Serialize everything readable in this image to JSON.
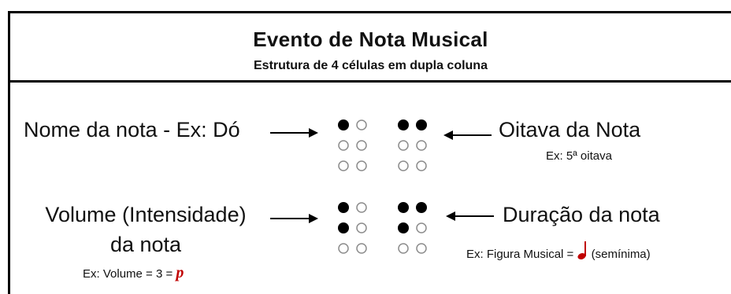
{
  "title": "Evento de Nota Musical",
  "subtitle": "Estrutura de 4 células em dupla coluna",
  "rows": [
    {
      "left_label": "Nome da nota - Ex: Dó",
      "right_label": "Oitava da Nota",
      "right_example": "Ex: 5ª oitava",
      "cells": [
        [
          1,
          0,
          0,
          0,
          0,
          0
        ],
        [
          1,
          0,
          0,
          1,
          0,
          0
        ]
      ]
    },
    {
      "left_label_line1": "Volume (Intensidade)",
      "left_label_line2": "da nota",
      "left_example_prefix": "Ex: Volume = 3 = ",
      "left_example_value": "p",
      "right_label": "Duração da nota",
      "right_example_prefix": "Ex: Figura Musical = ",
      "right_example_suffix": "(semínima)",
      "cells": [
        [
          1,
          1,
          0,
          0,
          0,
          0
        ],
        [
          1,
          1,
          0,
          1,
          0,
          0
        ]
      ]
    }
  ],
  "icons": {
    "arrow": "arrow-icon",
    "note": "quarter-note-icon"
  },
  "colors": {
    "accent": "#c00000",
    "dot_filled": "#000000",
    "dot_empty_stroke": "#8c8c8c"
  }
}
